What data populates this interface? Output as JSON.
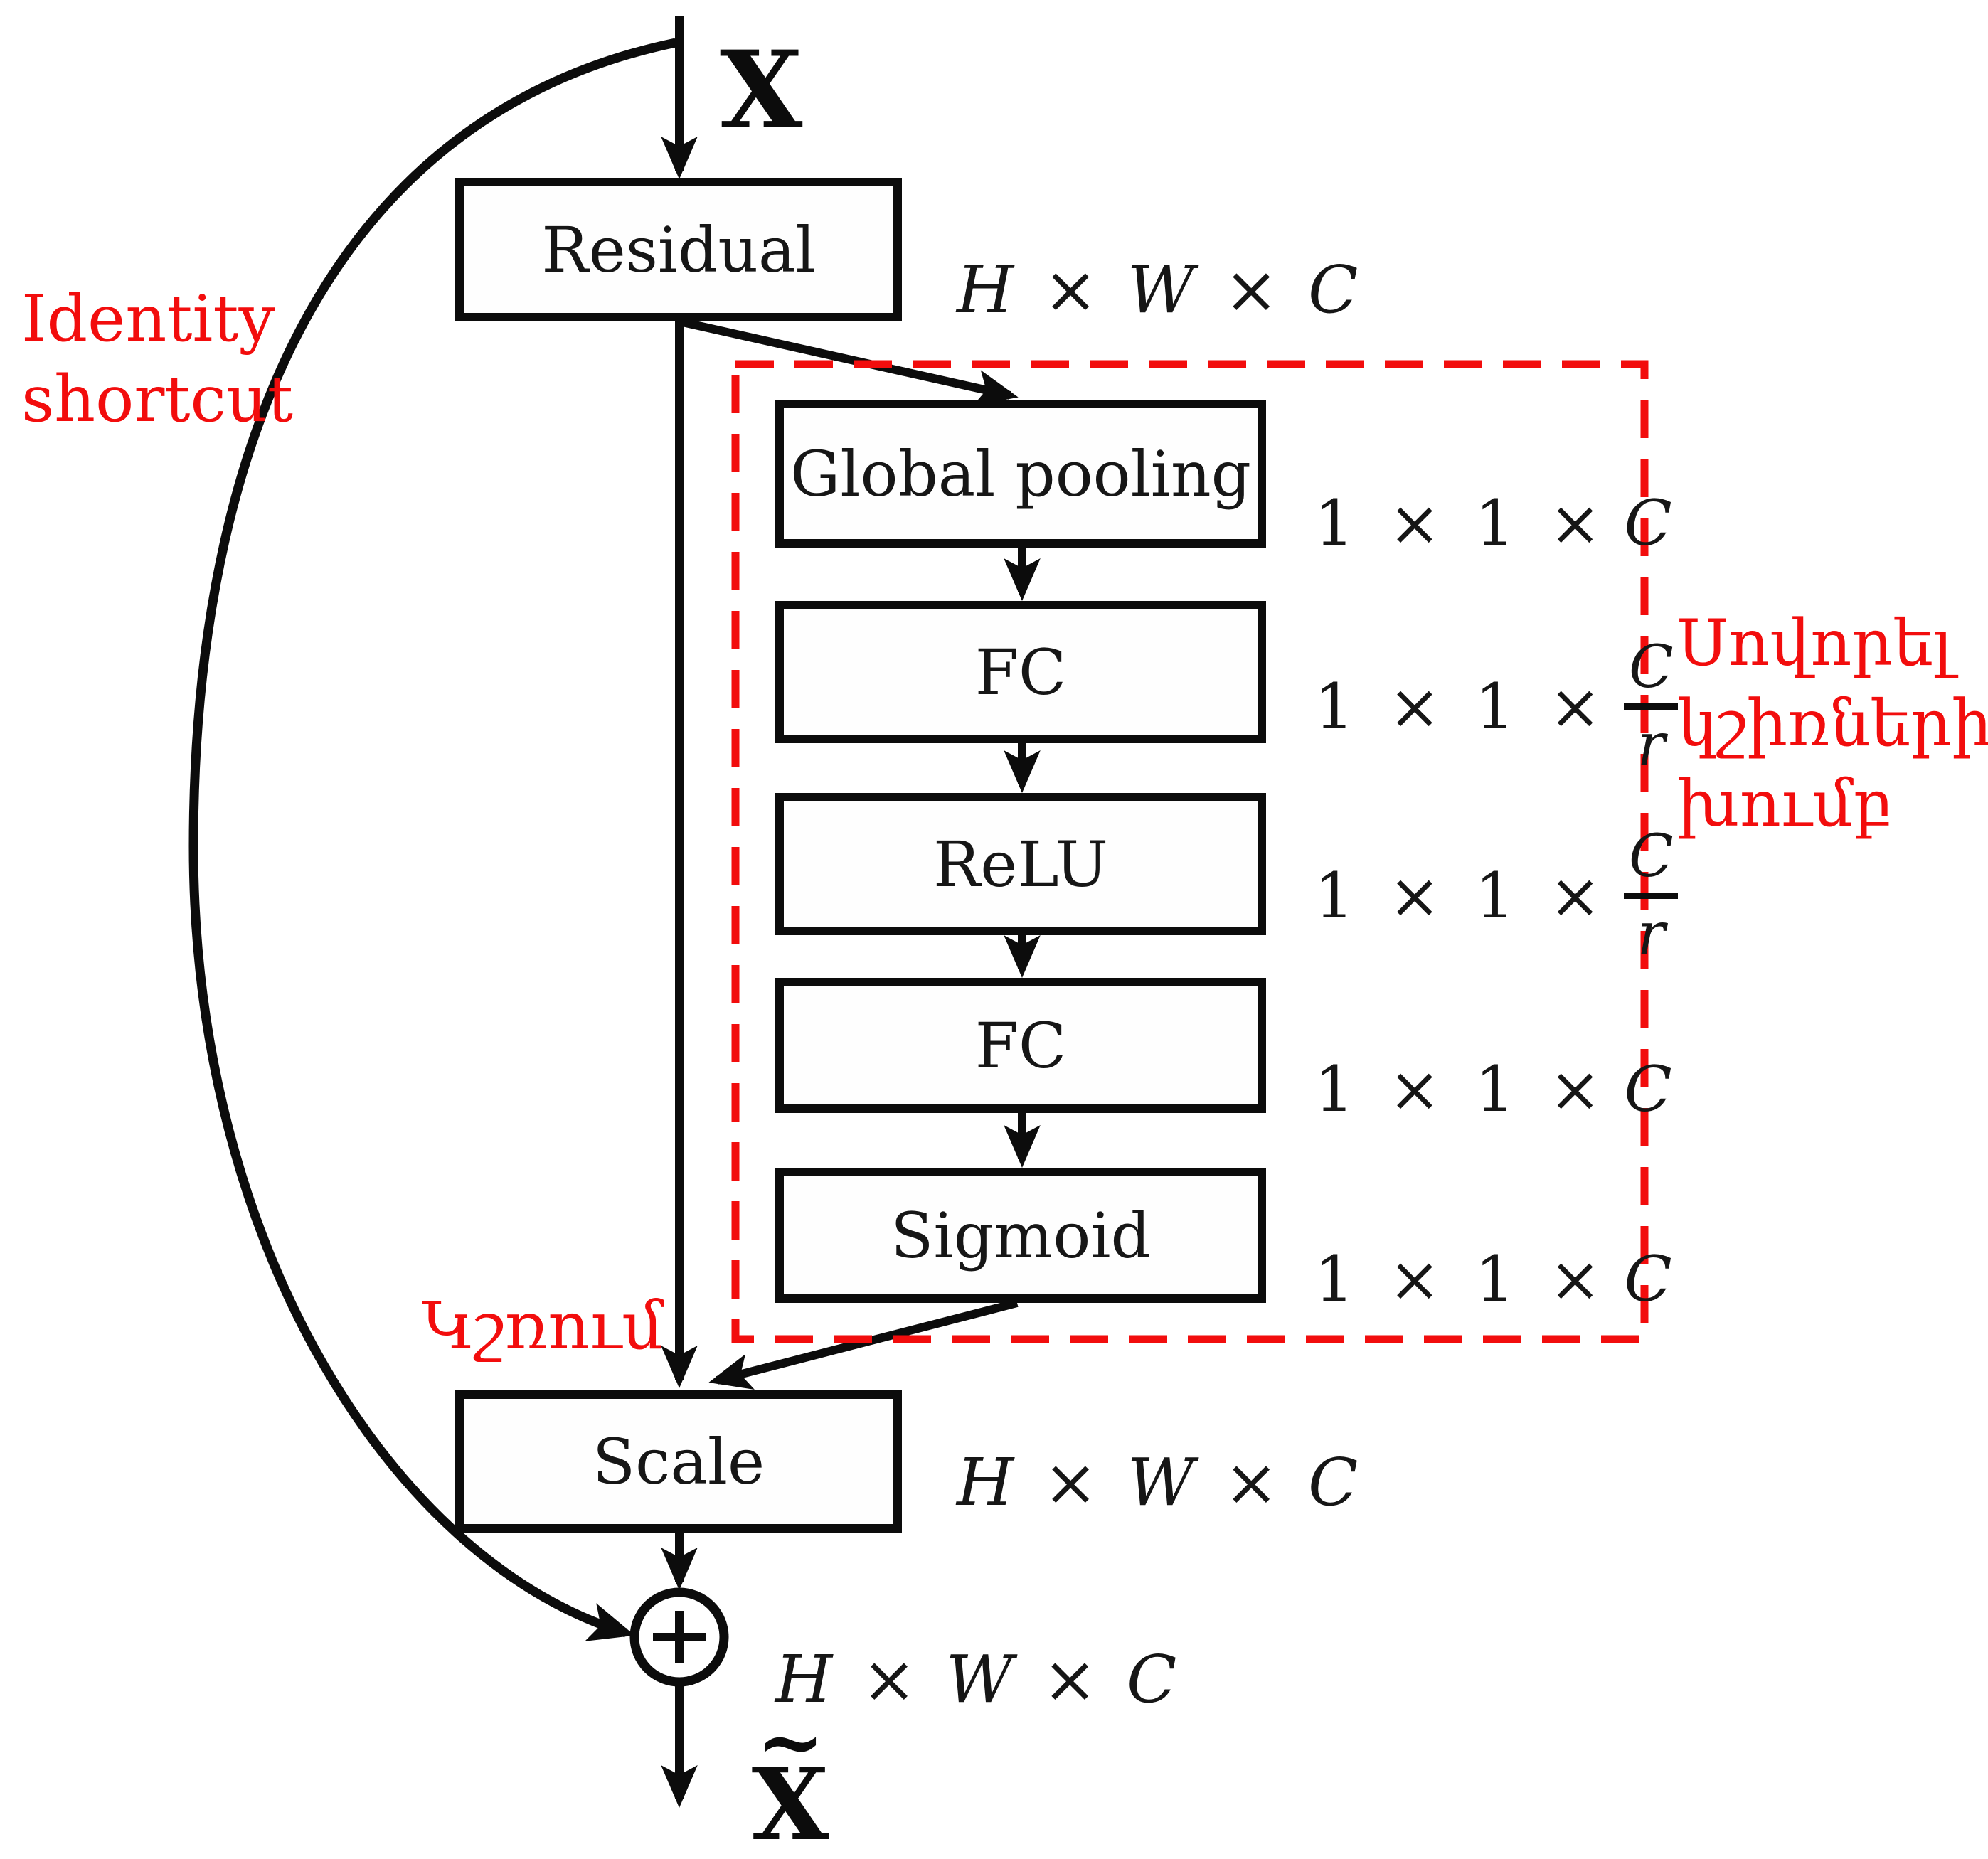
{
  "colors": {
    "annotation_red": "#f20d0d",
    "ink_black": "#0c0c0c"
  },
  "nodes": {
    "input": "X",
    "residual": "Residual",
    "global_pooling": "Global pooling",
    "fc1": "FC",
    "relu": "ReLU",
    "fc2": "FC",
    "sigmoid": "Sigmoid",
    "scale": "Scale",
    "output_tilde": "~",
    "output": "X"
  },
  "dims": {
    "residual": "H × W × C",
    "global_pooling": {
      "prefix": "1 × 1 ×",
      "var": "C"
    },
    "fc1": {
      "prefix": "1 × 1 ×",
      "num": "C",
      "den": "r"
    },
    "relu": {
      "prefix": "1 × 1 ×",
      "num": "C",
      "den": "r"
    },
    "fc2": {
      "prefix": "1 × 1 ×",
      "var": "C"
    },
    "sigmoid": {
      "prefix": "1 × 1 ×",
      "var": "C"
    },
    "scale": "H × W × C",
    "sum": "H × W × C"
  },
  "annotations": {
    "identity_line1": "Identity",
    "identity_line2": "shortcut",
    "se_line1": "Սովորել",
    "se_line2": "կշիռների",
    "se_line3": "խումբ",
    "scaling": "Կշռում"
  }
}
